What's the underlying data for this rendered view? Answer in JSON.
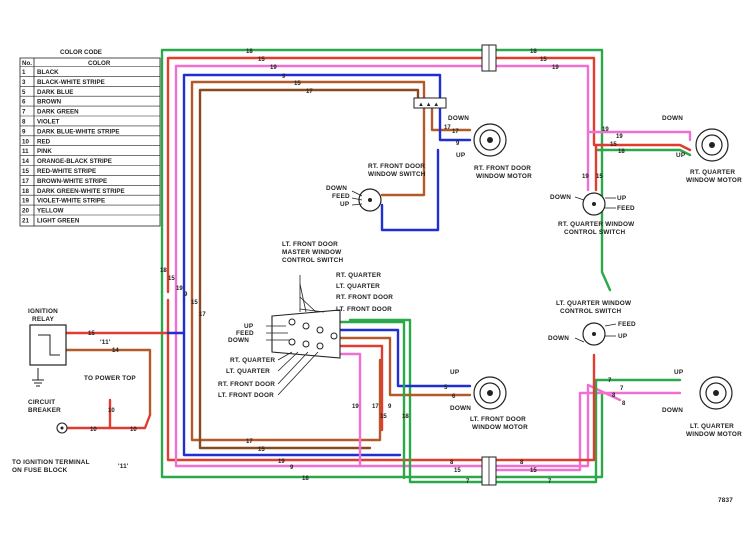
{
  "colors": {
    "green": "#2aa84a",
    "red": "#e23b2f",
    "pink": "#f06fd0",
    "blue": "#1f2fd0",
    "brown": "#b35a2a",
    "dark_brown": "#8a4a1f",
    "gray": "#555555"
  },
  "color_code": {
    "title": "COLOR CODE",
    "header_no": "No.",
    "header_color": "COLOR",
    "rows": [
      {
        "no": "1",
        "color": "BLACK"
      },
      {
        "no": "3",
        "color": "BLACK-WHITE STRIPE"
      },
      {
        "no": "5",
        "color": "DARK BLUE"
      },
      {
        "no": "6",
        "color": "BROWN"
      },
      {
        "no": "7",
        "color": "DARK GREEN"
      },
      {
        "no": "8",
        "color": "VIOLET"
      },
      {
        "no": "9",
        "color": "DARK BLUE-WHITE STRIPE"
      },
      {
        "no": "10",
        "color": "RED"
      },
      {
        "no": "11",
        "color": "PINK"
      },
      {
        "no": "14",
        "color": "ORANGE-BLACK STRIPE"
      },
      {
        "no": "15",
        "color": "RED-WHITE STRIPE"
      },
      {
        "no": "17",
        "color": "BROWN-WHITE STRIPE"
      },
      {
        "no": "18",
        "color": "DARK GREEN-WHITE STRIPE"
      },
      {
        "no": "19",
        "color": "VIOLET-WHITE STRIPE"
      },
      {
        "no": "20",
        "color": "YELLOW"
      },
      {
        "no": "21",
        "color": "LIGHT GREEN"
      }
    ]
  },
  "labels": {
    "rt_front_switch": [
      "RT. FRONT DOOR",
      "WINDOW SWITCH"
    ],
    "rt_front_motor": [
      "RT. FRONT DOOR",
      "WINDOW MOTOR"
    ],
    "rt_quarter_motor": [
      "RT. QUARTER",
      "WINDOW MOTOR"
    ],
    "rt_quarter_switch": [
      "RT. QUARTER WINDOW",
      "CONTROL SWITCH"
    ],
    "lt_master_switch": [
      "LT. FRONT DOOR",
      "MASTER WINDOW",
      "CONTROL SWITCH"
    ],
    "lt_quarter_switch": [
      "LT. QUARTER WINDOW",
      "CONTROL SWITCH"
    ],
    "lt_front_motor": [
      "LT. FRONT DOOR",
      "WINDOW MOTOR"
    ],
    "lt_quarter_motor": [
      "LT. QUARTER",
      "WINDOW MOTOR"
    ],
    "ignition_relay": [
      "IGNITION",
      "RELAY"
    ],
    "circuit_breaker": [
      "CIRCUIT",
      "BREAKER"
    ],
    "to_power_top": "TO POWER TOP",
    "to_ignition": [
      "TO IGNITION TERMINAL",
      "ON FUSE BLOCK"
    ],
    "ign_terminal_mark": "'11'",
    "relay_mark": "'11'",
    "figure_no": "7837",
    "down": "DOWN",
    "feed": "FEED",
    "up": "UP",
    "master_right": [
      "RT. QUARTER",
      "LT. QUARTER",
      "RT. FRONT DOOR",
      "LT. FRONT DOOR"
    ],
    "master_left": [
      "UP",
      "FEED",
      "DOWN",
      "RT. QUARTER",
      "LT. QUARTER",
      "RT. FRONT DOOR",
      "LT. FRONT DOOR"
    ]
  },
  "wire_numbers": {
    "w18": "18",
    "w15": "15",
    "w19": "19",
    "w9": "9",
    "w17": "17",
    "w14": "14",
    "w10": "10",
    "w5": "5",
    "w6": "6",
    "w7": "7",
    "w8": "8"
  }
}
